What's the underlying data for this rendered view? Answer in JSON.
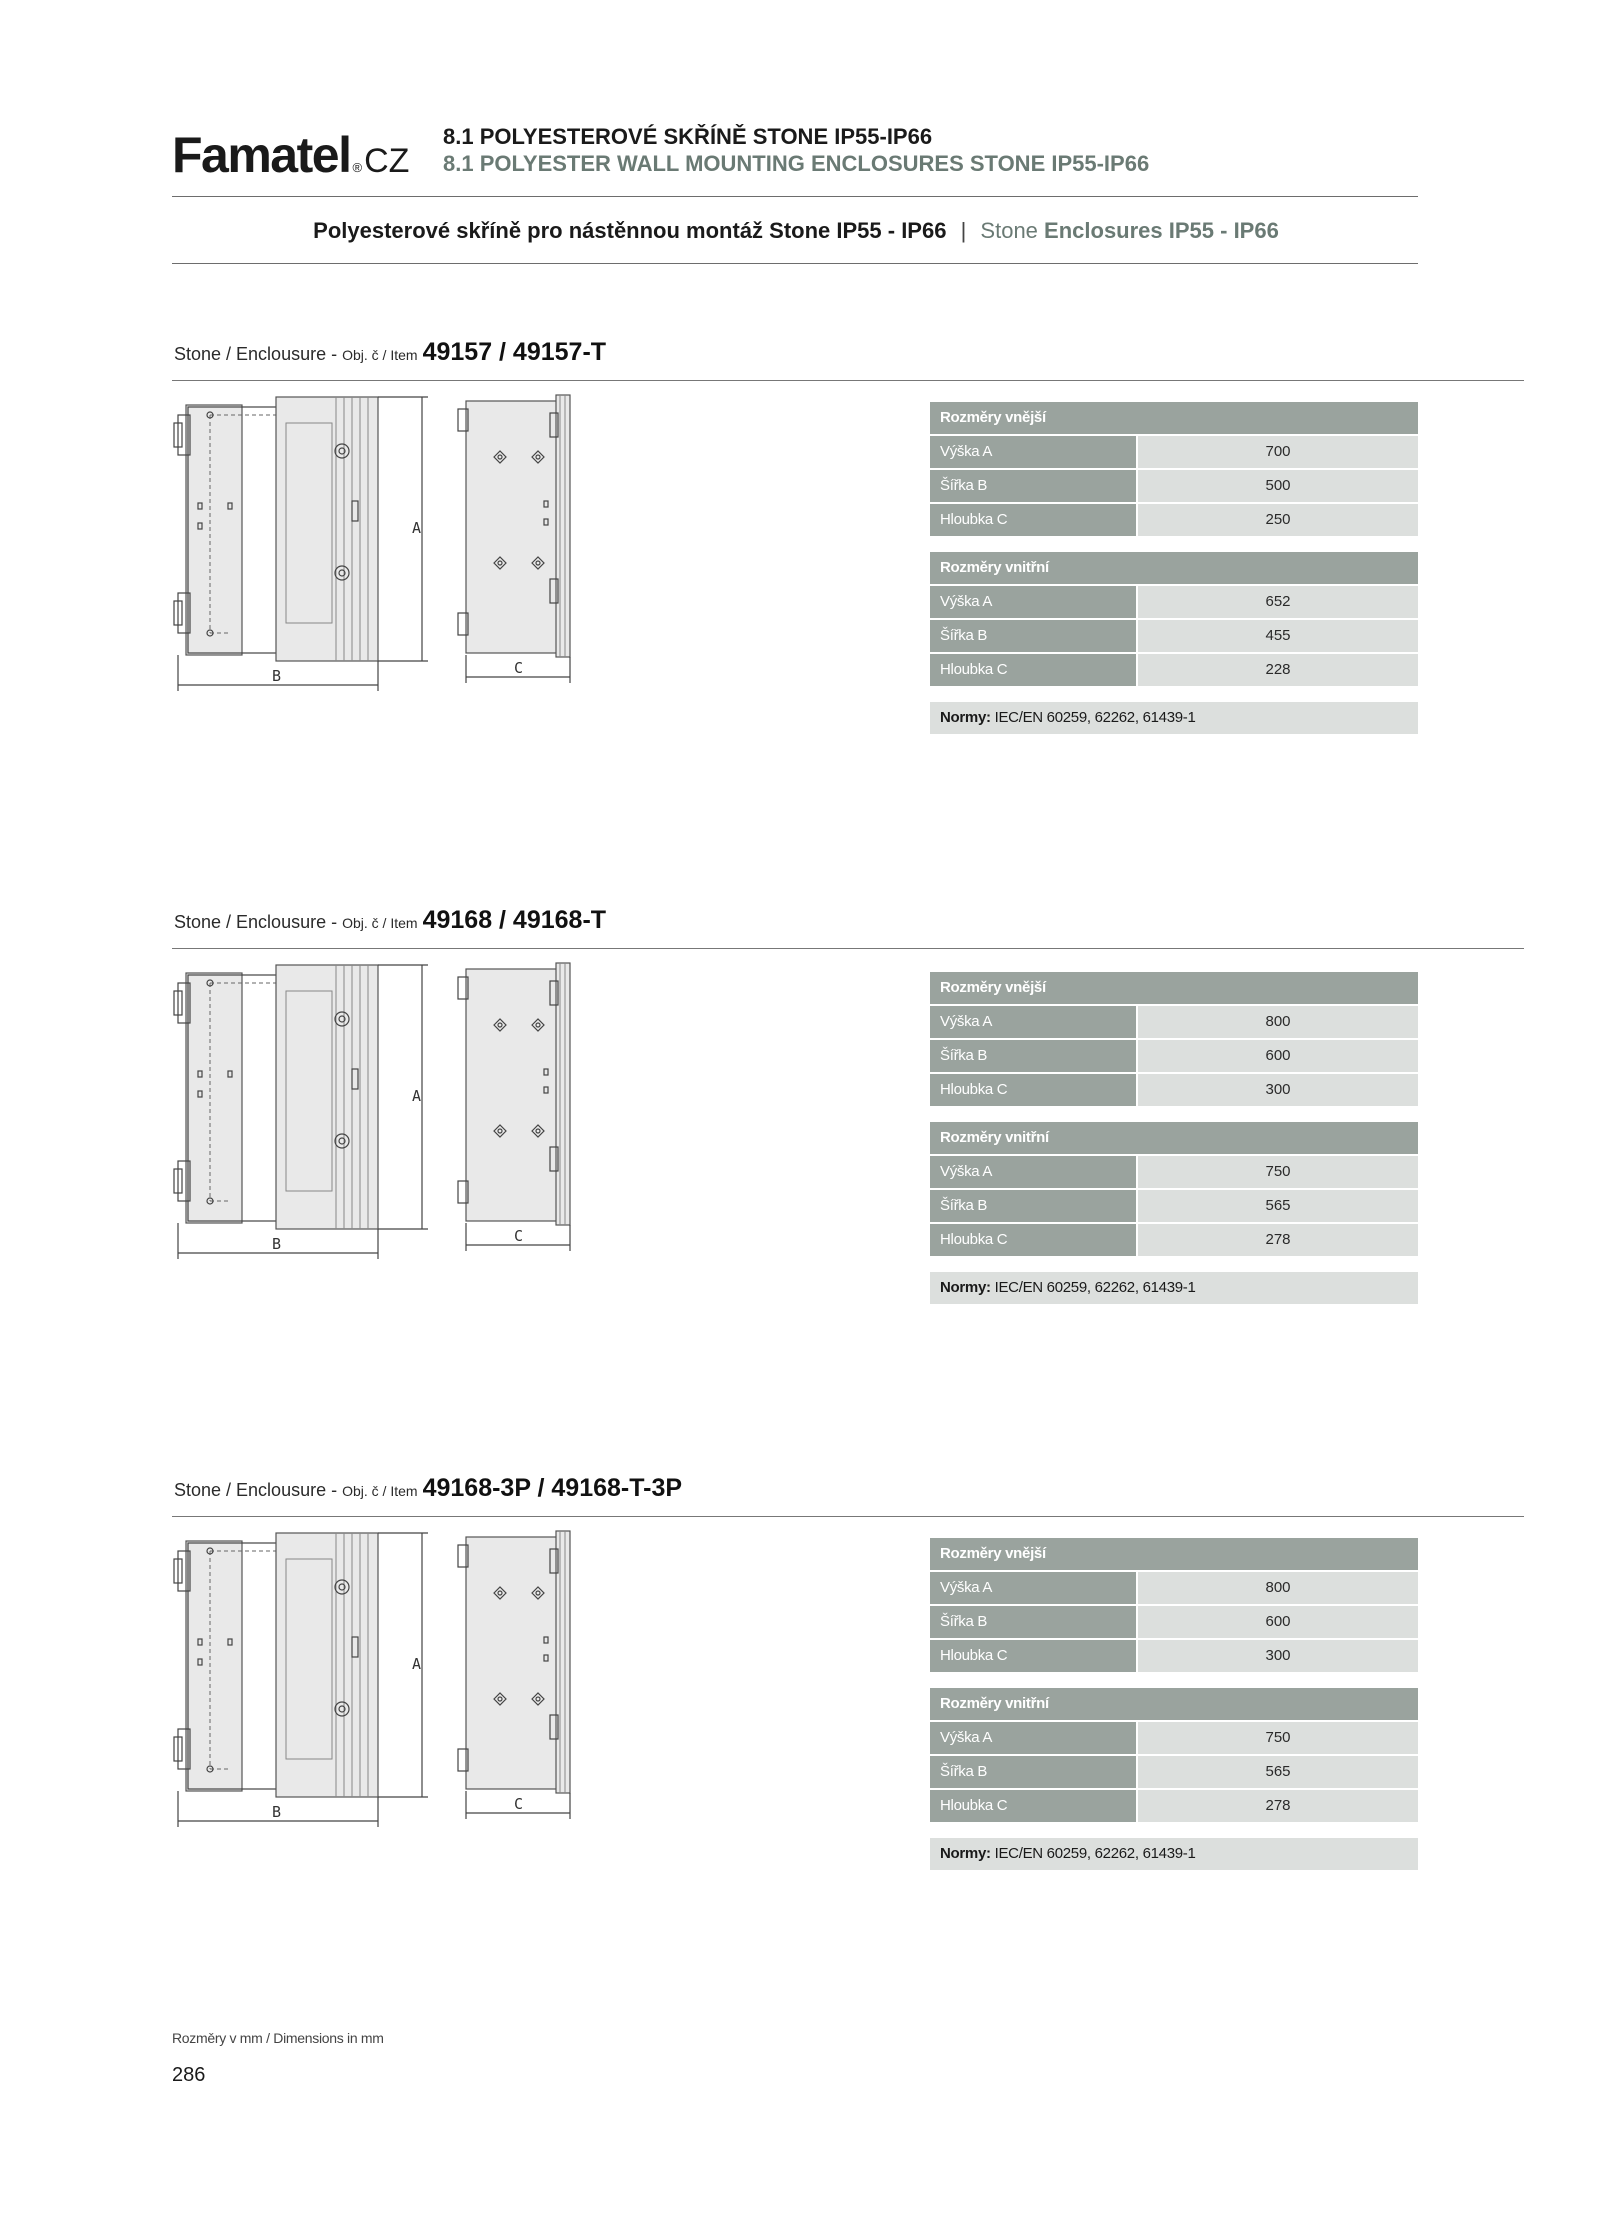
{
  "header": {
    "brand_name": "Famatel",
    "brand_reg": "®",
    "brand_tld": "CZ",
    "title_cz": "8.1  POLYESTEROVÉ SKŘÍNĚ STONE IP55-IP66",
    "title_en": "8.1  POLYESTER WALL MOUNTING ENCLOSURES STONE IP55-IP66"
  },
  "subtitle": {
    "cz": "Polyesterové skříně pro nástěnnou montáž Stone IP55 - IP66",
    "separator": "|",
    "en_light": "Stone",
    "en_bold": "Enclosures IP55 - IP66"
  },
  "drawing_labels": {
    "a": "A",
    "b": "B",
    "c": "C"
  },
  "products": [
    {
      "title_prefix": "Stone / Enclousure - ",
      "title_small": "Obj. č / Item",
      "code": "49157 / 49157-T",
      "outer_head": "Rozměry vnější",
      "outer": [
        {
          "label": "Výška A",
          "value": "700"
        },
        {
          "label": "Šířka B",
          "value": "500"
        },
        {
          "label": "Hloubka C",
          "value": "250"
        }
      ],
      "inner_head": "Rozměry vnitřní",
      "inner": [
        {
          "label": "Výška A",
          "value": "652"
        },
        {
          "label": "Šířka B",
          "value": "455"
        },
        {
          "label": "Hloubka C",
          "value": "228"
        }
      ],
      "norm_label": "Normy:",
      "norm_value": "IEC/EN 60259, 62262, 61439-1"
    },
    {
      "title_prefix": "Stone / Enclousure - ",
      "title_small": "Obj. č / Item",
      "code": "49168 / 49168-T",
      "outer_head": "Rozměry vnější",
      "outer": [
        {
          "label": "Výška A",
          "value": "800"
        },
        {
          "label": "Šířka B",
          "value": "600"
        },
        {
          "label": "Hloubka C",
          "value": "300"
        }
      ],
      "inner_head": "Rozměry vnitřní",
      "inner": [
        {
          "label": "Výška A",
          "value": "750"
        },
        {
          "label": "Šířka B",
          "value": "565"
        },
        {
          "label": "Hloubka C",
          "value": "278"
        }
      ],
      "norm_label": "Normy:",
      "norm_value": "IEC/EN 60259, 62262, 61439-1"
    },
    {
      "title_prefix": "Stone / Enclousure - ",
      "title_small": "Obj. č / Item",
      "code": "49168-3P / 49168-T-3P",
      "outer_head": "Rozměry vnější",
      "outer": [
        {
          "label": "Výška A",
          "value": "800"
        },
        {
          "label": "Šířka B",
          "value": "600"
        },
        {
          "label": "Hloubka C",
          "value": "300"
        }
      ],
      "inner_head": "Rozměry vnitřní",
      "inner": [
        {
          "label": "Výška A",
          "value": "750"
        },
        {
          "label": "Šířka B",
          "value": "565"
        },
        {
          "label": "Hloubka C",
          "value": "278"
        }
      ],
      "norm_label": "Normy:",
      "norm_value": "IEC/EN 60259, 62262, 61439-1"
    }
  ],
  "footer": {
    "dimensions_cz": "Rozměry v mm",
    "dimensions_sep": " / ",
    "dimensions_en": "Dimensions in mm",
    "page_number": "286"
  }
}
